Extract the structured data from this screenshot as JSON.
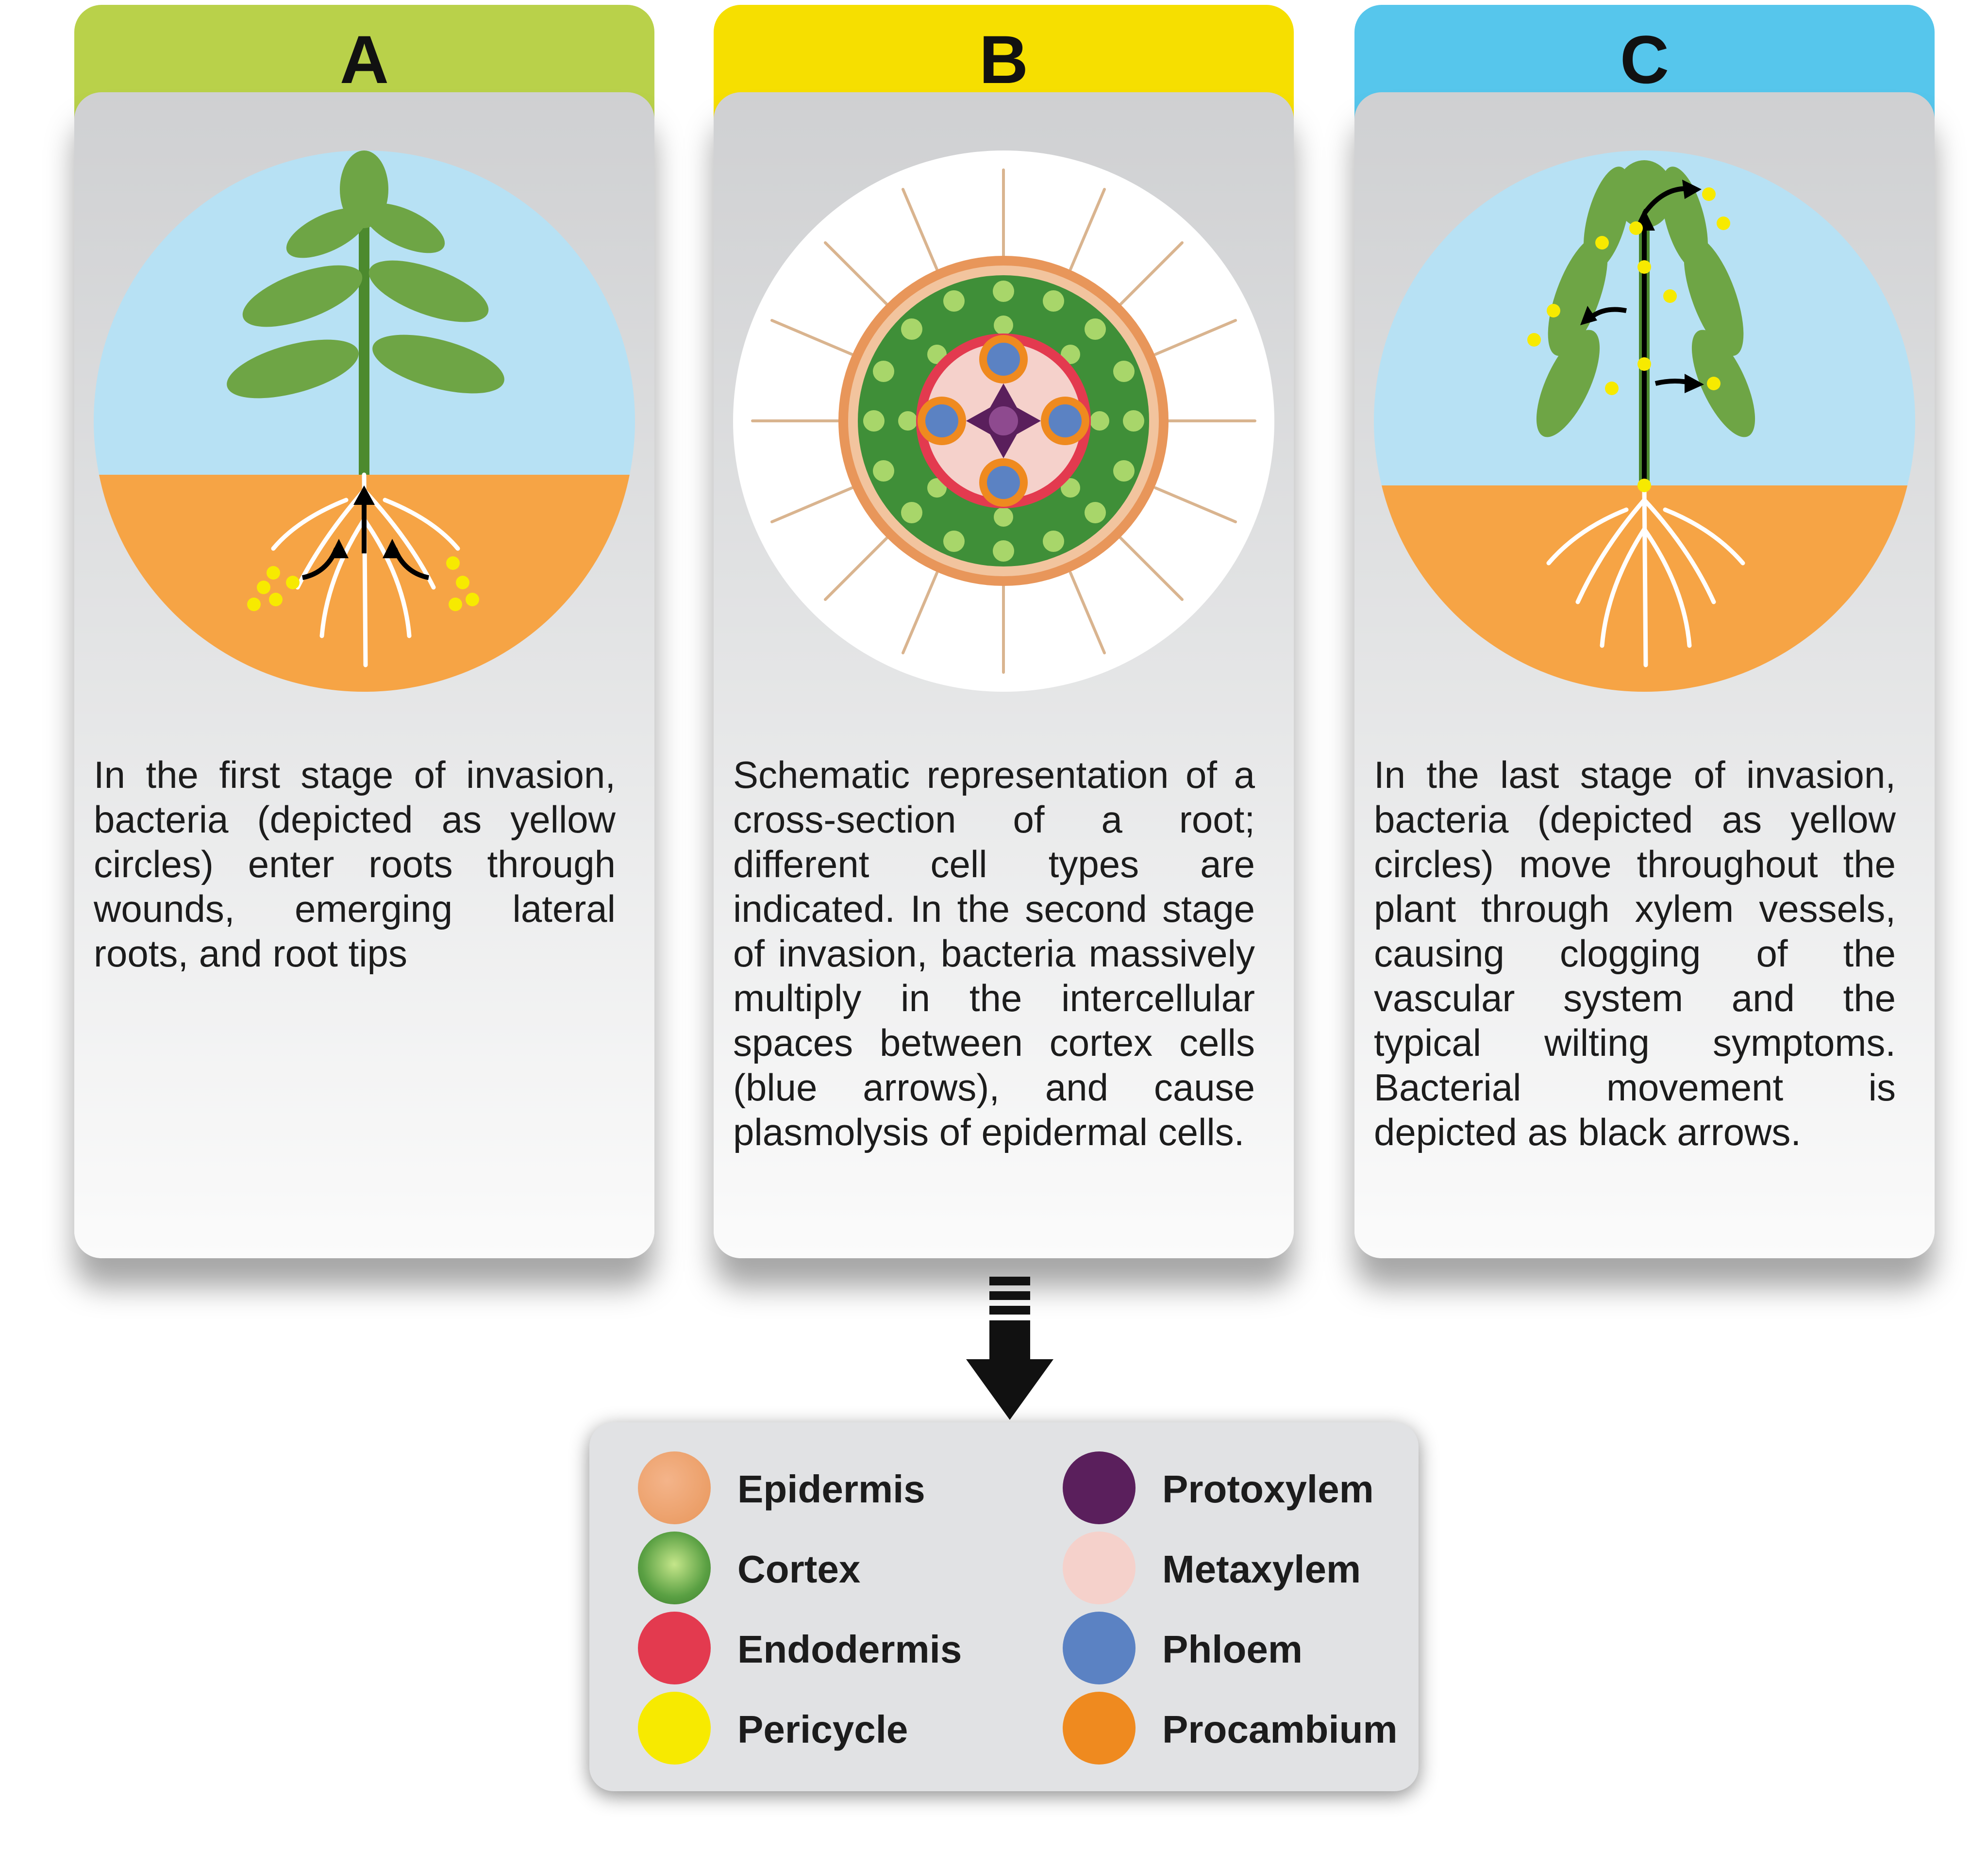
{
  "panels": [
    {
      "letter": "A",
      "color": "#b9d14a",
      "description": "In the first stage of invasion, bacteria (depicted as yellow circles) enter roots through wounds, emerging lateral roots, and root tips"
    },
    {
      "letter": "B",
      "color": "#f6df00",
      "description": "Schematic representation of a cross-section of a root; different cell types are indicated. In the second stage of invasion, bacteria massively multiply in the intercellular spaces between cortex cells (blue arrows), and cause plasmolysis of epidermal cells."
    },
    {
      "letter": "C",
      "color": "#56c6ec",
      "description": "In the last stage of invasion, bacteria (depicted as yellow circles) move throughout the plant through xylem vessels, causing clogging of the vascular system and the typical wilting symptoms. Bacterial movement is depicted as black arrows."
    }
  ],
  "legend": [
    {
      "label": "Epidermis",
      "color": "#e8965a"
    },
    {
      "label": "Cortex",
      "color": "#5aa043"
    },
    {
      "label": "Endodermis",
      "color": "#e33a4f"
    },
    {
      "label": "Pericycle",
      "color": "#f7ea00"
    },
    {
      "label": "Protoxylem",
      "color": "#5a1f5c"
    },
    {
      "label": "Metaxylem",
      "color": "#f5d1cb"
    },
    {
      "label": "Phloem",
      "color": "#5b82c3"
    },
    {
      "label": "Procambium",
      "color": "#ef8a1f"
    }
  ]
}
